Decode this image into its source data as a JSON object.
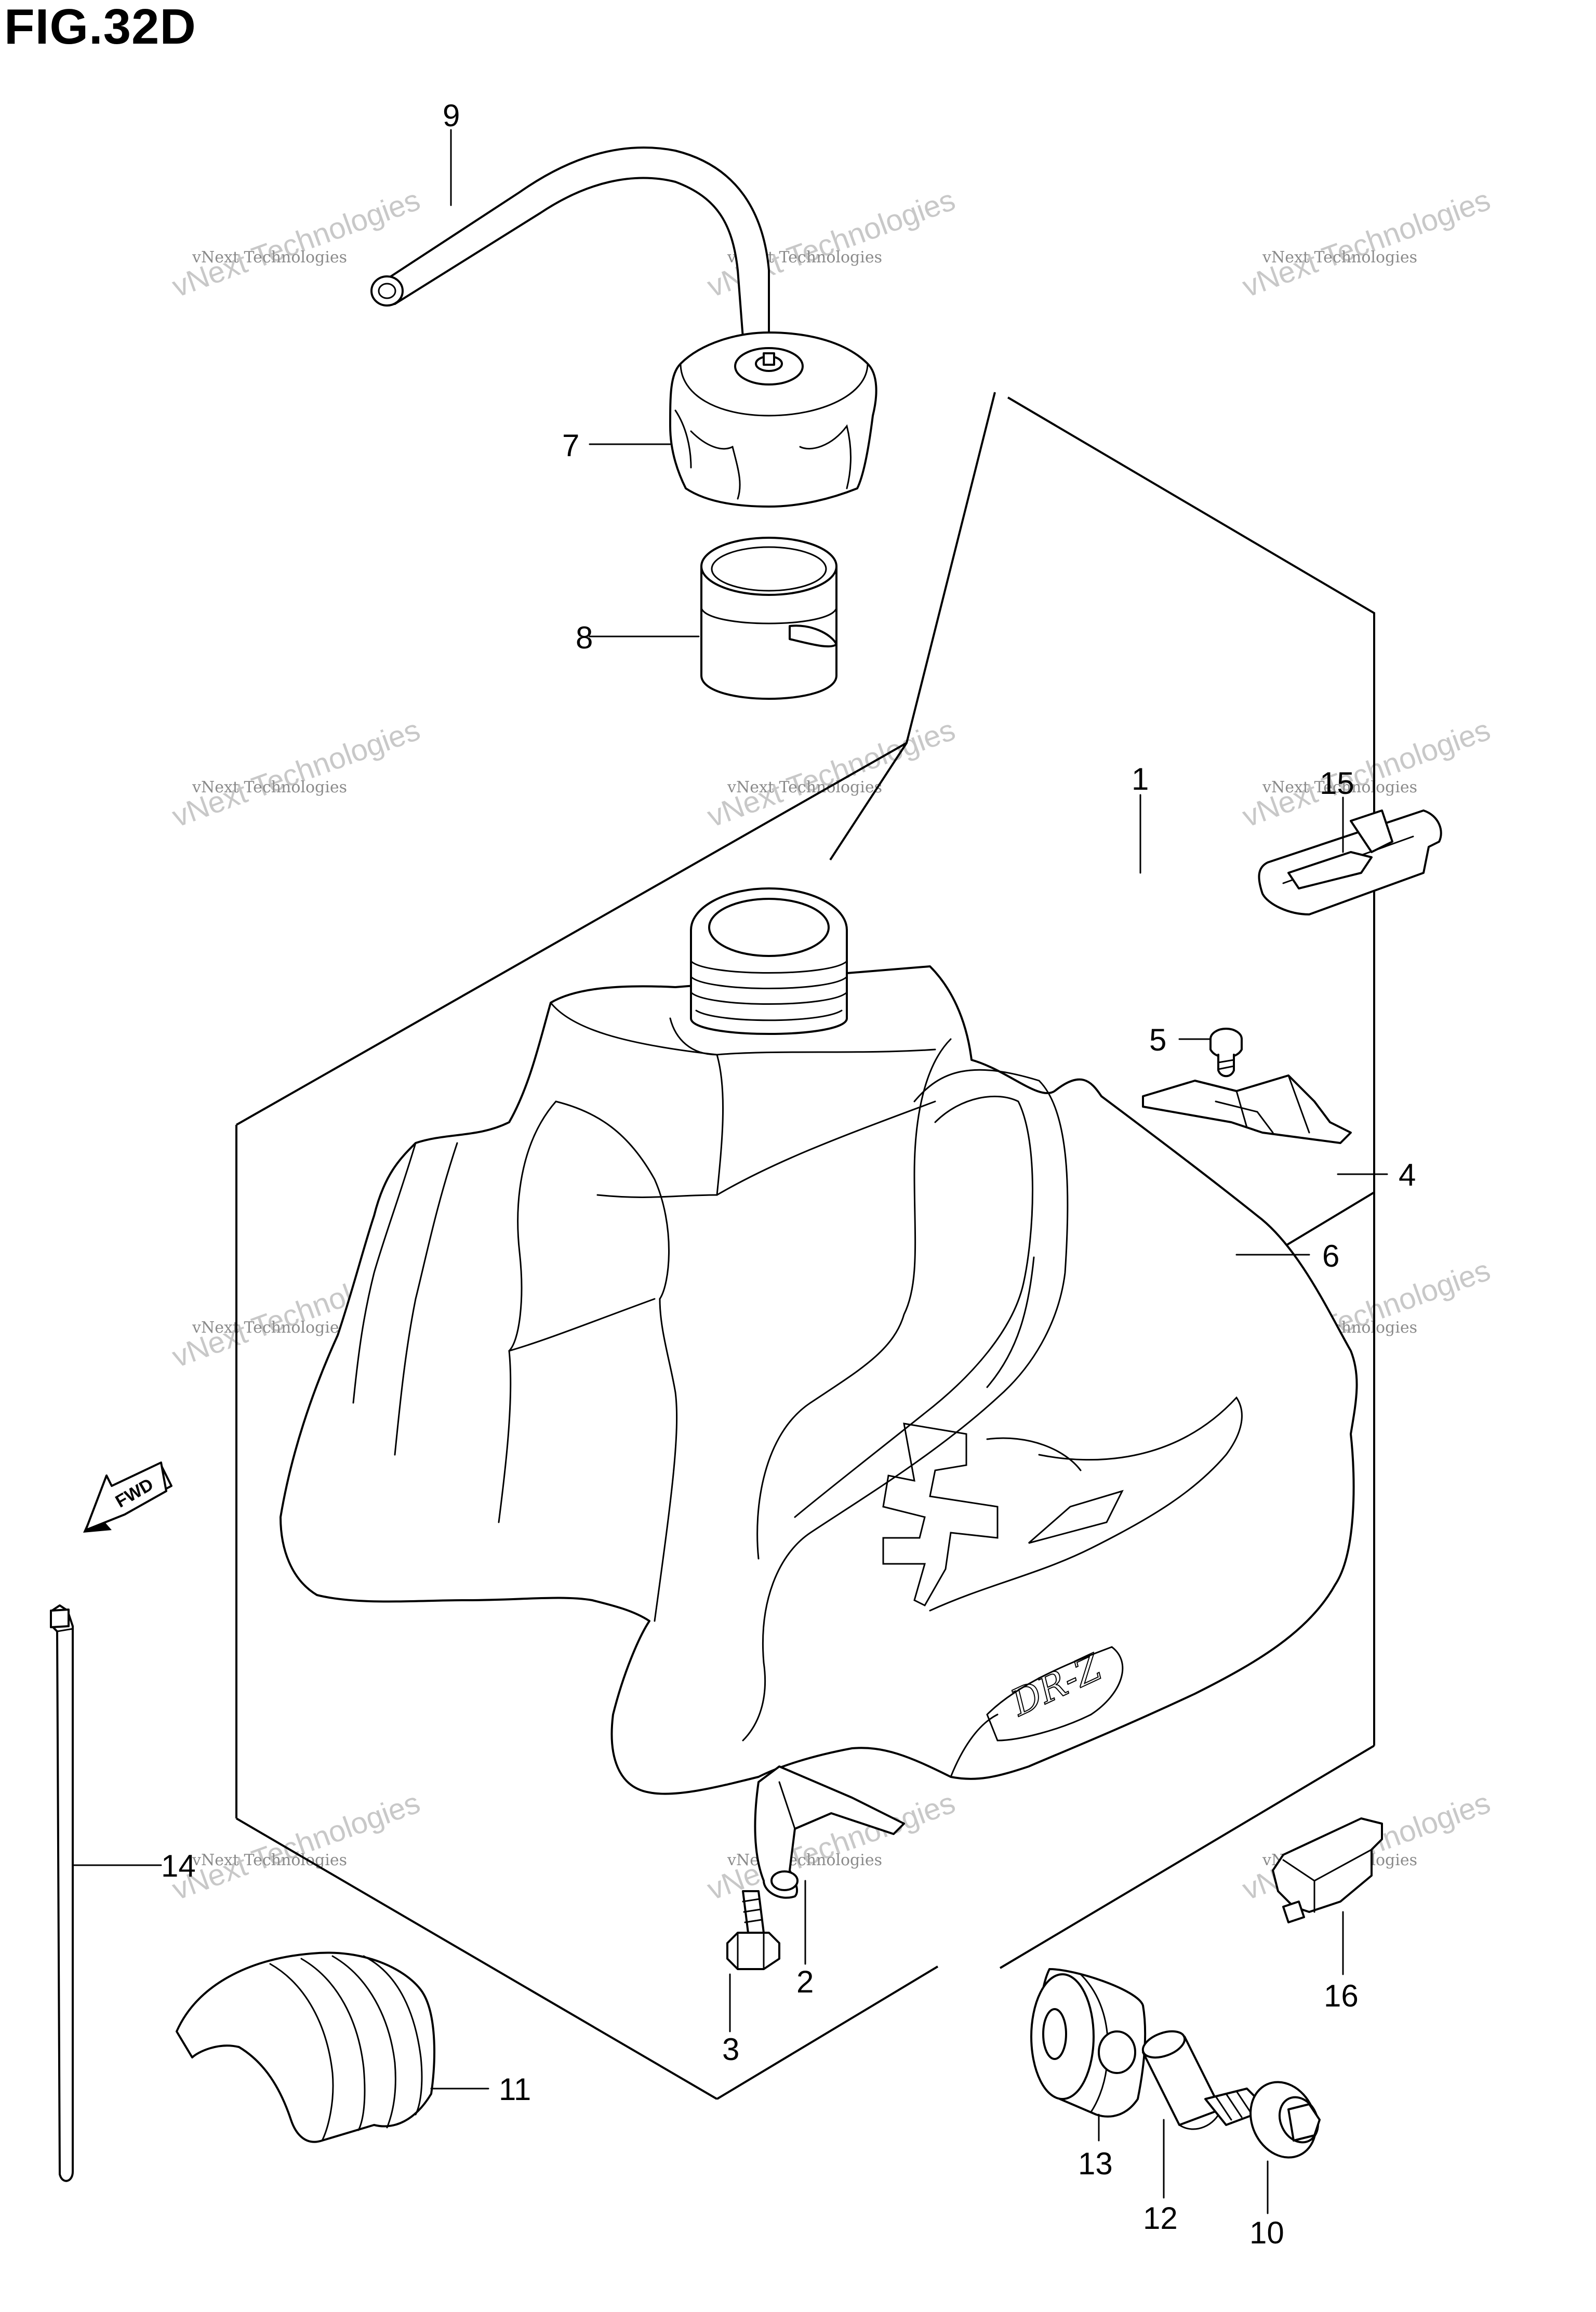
{
  "figure": {
    "title": "FIG.32D"
  },
  "direction_marker": {
    "label": "FWD"
  },
  "watermark": {
    "small_text": "vNext Technologies",
    "large_text": "vNext Technologies"
  },
  "callouts": [
    {
      "id": "1",
      "label": "1"
    },
    {
      "id": "2",
      "label": "2"
    },
    {
      "id": "3",
      "label": "3"
    },
    {
      "id": "4",
      "label": "4"
    },
    {
      "id": "5",
      "label": "5"
    },
    {
      "id": "6",
      "label": "6"
    },
    {
      "id": "7",
      "label": "7"
    },
    {
      "id": "8",
      "label": "8"
    },
    {
      "id": "9",
      "label": "9"
    },
    {
      "id": "10",
      "label": "10"
    },
    {
      "id": "11",
      "label": "11"
    },
    {
      "id": "12",
      "label": "12"
    },
    {
      "id": "13",
      "label": "13"
    },
    {
      "id": "14",
      "label": "14"
    },
    {
      "id": "15",
      "label": "15"
    },
    {
      "id": "16",
      "label": "16"
    }
  ]
}
